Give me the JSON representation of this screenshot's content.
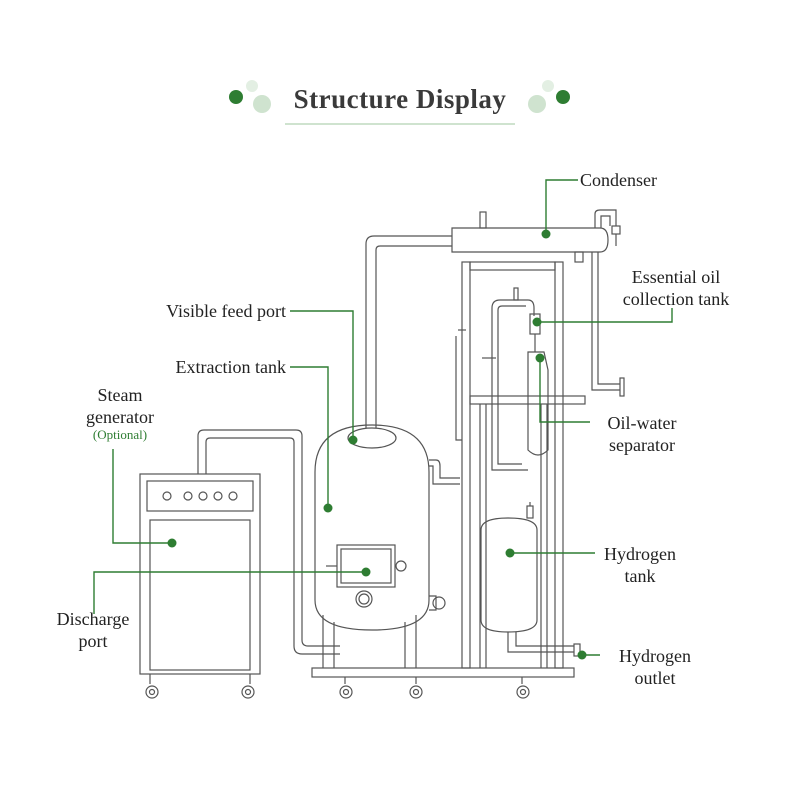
{
  "title": "Structure Display",
  "colors": {
    "accent": "#2e7d32",
    "accent_light": "#cfe3cf",
    "line": "#555555"
  },
  "labels": {
    "condenser": "Condenser",
    "essential_oil_1": "Essential oil",
    "essential_oil_2": "collection tank",
    "visible_feed_port": "Visible feed port",
    "extraction_tank": "Extraction tank",
    "steam_1": "Steam",
    "steam_2": "generator",
    "steam_optional": "(Optional)",
    "oil_water_1": "Oil-water",
    "oil_water_2": "separator",
    "hydrogen_tank_1": "Hydrogen",
    "hydrogen_tank_2": "tank",
    "discharge_1": "Discharge",
    "discharge_2": "port",
    "hydrogen_outlet_1": "Hydrogen",
    "hydrogen_outlet_2": "outlet"
  }
}
